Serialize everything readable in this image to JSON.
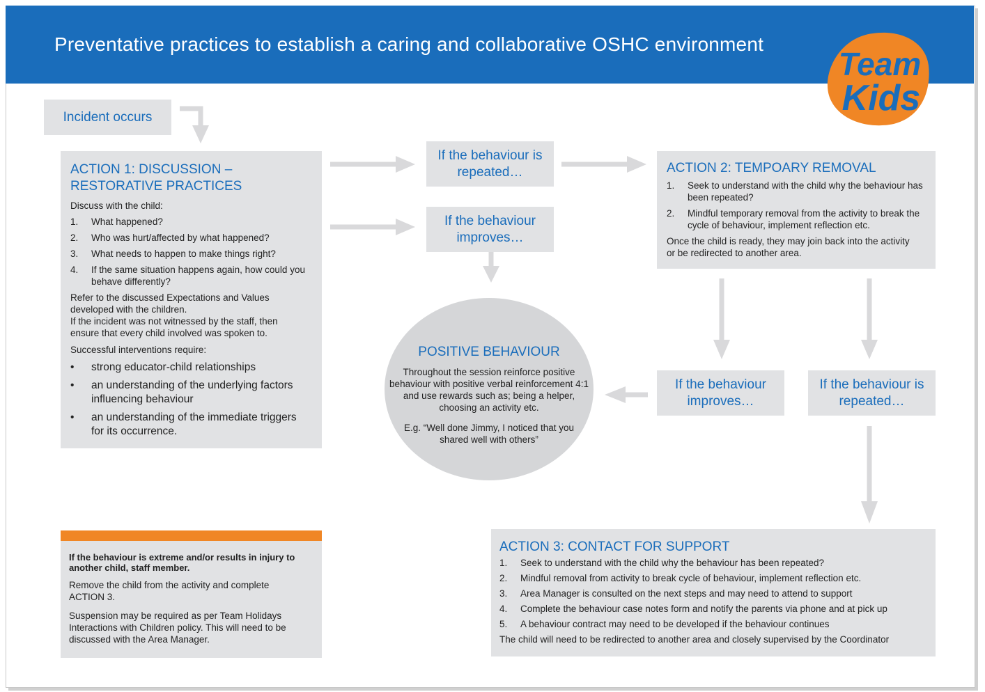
{
  "header": {
    "title": "Preventative practices to establish a caring and collaborative OSHC environment"
  },
  "logo": {
    "line1": "Team",
    "line2": "Kids",
    "color": "#f08625",
    "text_color": "#1a6dbb"
  },
  "incident": {
    "label": "Incident occurs"
  },
  "action1": {
    "title_line1": "ACTION 1: DISCUSSION –",
    "title_line2": "RESTORATIVE PRACTICES",
    "intro": "Discuss with the child:",
    "items": [
      {
        "n": "1.",
        "text": "What happened?"
      },
      {
        "n": "2.",
        "text": "Who was hurt/affected by what happened?"
      },
      {
        "n": "3.",
        "text": "What needs to happen to make things right?"
      },
      {
        "n": "4.",
        "text": "If the same situation happens again, how could you behave differently?"
      }
    ],
    "refer": "Refer to the discussed Expectations and Values developed with the children.",
    "witness": "If the incident was not witnessed by the staff, then ensure that every child involved was spoken to.",
    "success_intro": "Successful interventions require:",
    "bullets": [
      {
        "b": "•",
        "text": "strong educator-child relationships"
      },
      {
        "b": "•",
        "text": "an understanding of the underlying factors influencing behaviour"
      },
      {
        "b": "•",
        "text": "an understanding of the immediate triggers for its occurrence."
      }
    ]
  },
  "cond_repeated_top": {
    "text": "If the behaviour is repeated…"
  },
  "cond_improves_top": {
    "text": "If the behaviour improves…"
  },
  "action2": {
    "title": "ACTION 2: TEMPOARY REMOVAL",
    "items": [
      {
        "n": "1.",
        "text": "Seek to understand with the child why the behaviour has been repeated?"
      },
      {
        "n": "2.",
        "text": "Mindful temporary removal from the activity to break the cycle of behaviour, implement reflection etc."
      }
    ],
    "note": "Once the child is ready, they may join back into the activity or be redirected to another area."
  },
  "positive": {
    "title": "POSITIVE BEHAVIOUR",
    "body": "Throughout the session reinforce positive behaviour with positive verbal reinforcement 4:1 and use rewards such as; being a helper, choosing an activity etc.",
    "example": "E.g. “Well done Jimmy, I noticed that you shared well with others”"
  },
  "cond_improves_right": {
    "text": "If the behaviour improves…"
  },
  "cond_repeated_right": {
    "text": "If the behaviour is repeated…"
  },
  "extreme": {
    "heading": "If the behaviour is extreme and/or results in injury to another child, staff member.",
    "p1": "Remove the child from the activity and complete ACTION 3.",
    "p2": "Suspension may be required as per Team Holidays Interactions with Children policy. This will need to be discussed with the Area Manager."
  },
  "action3": {
    "title": "ACTION 3: CONTACT FOR SUPPORT",
    "items": [
      {
        "n": "1.",
        "text": "Seek to understand with the child why the behaviour has been repeated?"
      },
      {
        "n": "2.",
        "text": "Mindful removal from activity to break cycle of behaviour, implement reflection etc."
      },
      {
        "n": "3.",
        "text": "Area Manager is consulted on the next steps and may need to attend to support"
      },
      {
        "n": "4.",
        "text": "Complete the behaviour case notes form and notify the parents via phone and at pick up"
      },
      {
        "n": "5.",
        "text": "A behaviour contract may need to be developed if the behaviour continues"
      }
    ],
    "note": "The child will need to be redirected to another area and closely supervised by the Coordinator"
  },
  "colors": {
    "brand_blue": "#1a6dbb",
    "box_grey": "#e1e2e4",
    "circle_grey": "#d5d6d8",
    "accent_orange": "#f08625",
    "arrow_grey": "#d9d9db"
  }
}
